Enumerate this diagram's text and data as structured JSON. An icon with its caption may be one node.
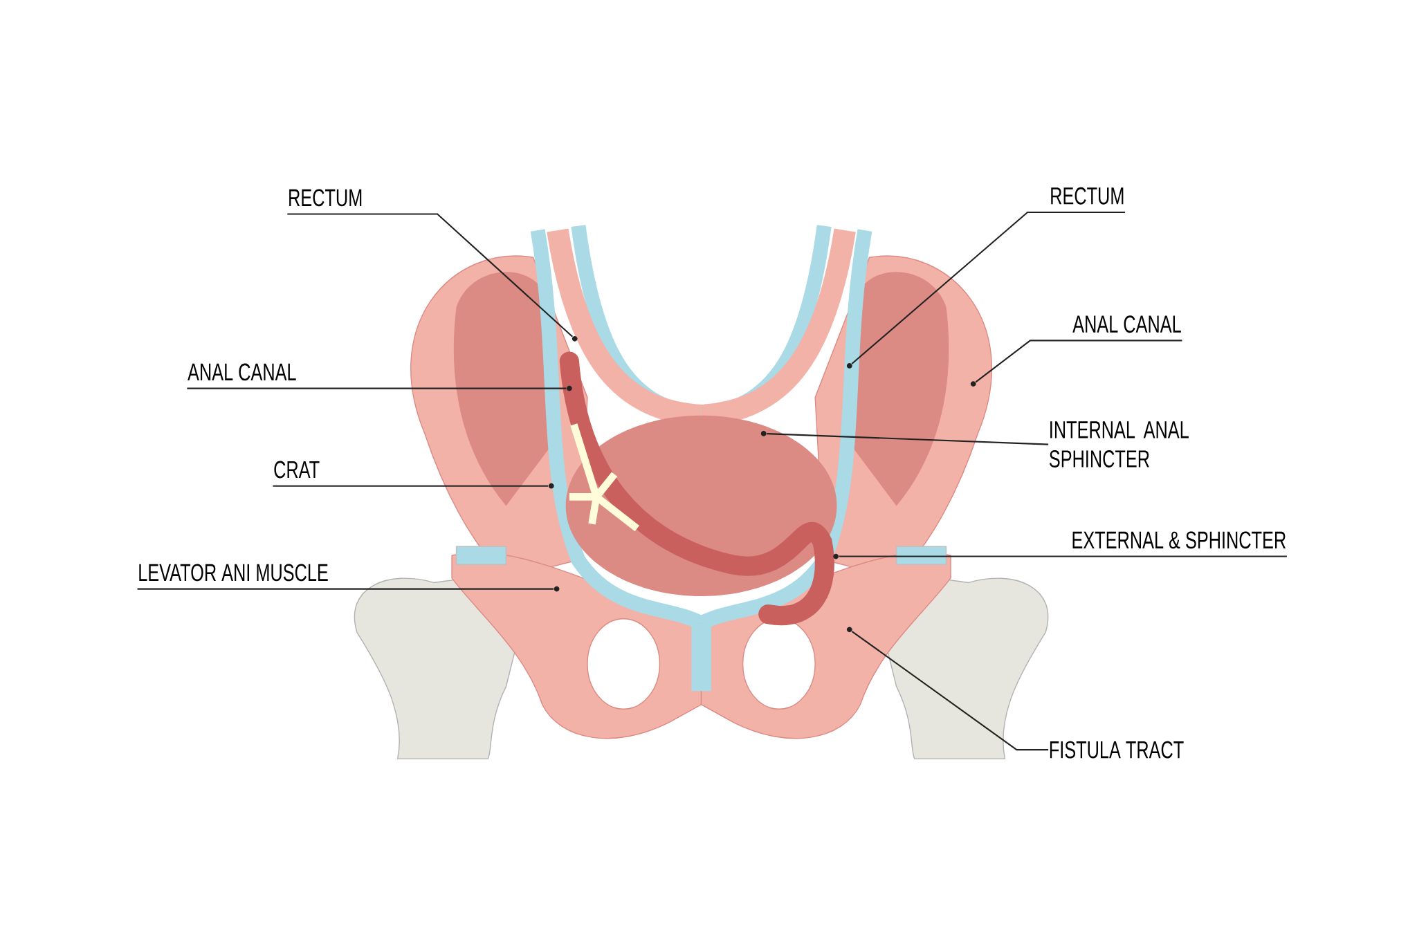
{
  "diagram": {
    "nodes": [
      {
        "text": [
          "RECTUM"
        ]
      },
      {
        "text": [
          "RECTUM"
        ]
      },
      {
        "text": [
          "ANAL CANAL"
        ]
      },
      {
        "text": [
          "ANAL CANAL"
        ]
      },
      {
        "text": [
          "INTERNAL ANAL SPHINCTER"
        ]
      },
      {
        "text": [
          "CRAT"
        ]
      },
      {
        "text": [
          "EXTERNAL & SPHINCTER"
        ]
      },
      {
        "text": [
          "LEVATOR ANI MUSCLE"
        ]
      },
      {
        "text": [
          "FISTULA TRACT"
        ]
      },
      {
        "text": [],
        "shape": "circle"
      },
      {
        "text": [],
        "shape": "circle"
      },
      {
        "text": [],
        "shape": "circle"
      },
      {
        "text": [],
        "shape": "circle"
      },
      {
        "text": [],
        "shape": "circle"
      },
      {
        "text": [],
        "shape": "circle"
      },
      {
        "text": [],
        "shape": "circle"
      },
      {
        "text": [],
        "shape": "circle"
      },
      {
        "text": [],
        "shape": "circle"
      }
    ],
    "edges": [
      {
        "from": 0,
        "to": 12,
        "arrow": "none"
      },
      {
        "from": 1,
        "to": 15,
        "arrow": "none"
      },
      {
        "from": 2,
        "to": 17,
        "arrow": "none"
      },
      {
        "from": 3,
        "to": 11,
        "arrow": "none"
      },
      {
        "from": 4,
        "to": 13,
        "arrow": "none"
      },
      {
        "from": 5,
        "to": 9,
        "arrow": "none"
      },
      {
        "from": 6,
        "to": 14,
        "arrow": "none"
      },
      {
        "from": 7,
        "to": 10,
        "arrow": "none"
      },
      {
        "from": 8,
        "to": 16,
        "arrow": "none"
      }
    ]
  }
}
